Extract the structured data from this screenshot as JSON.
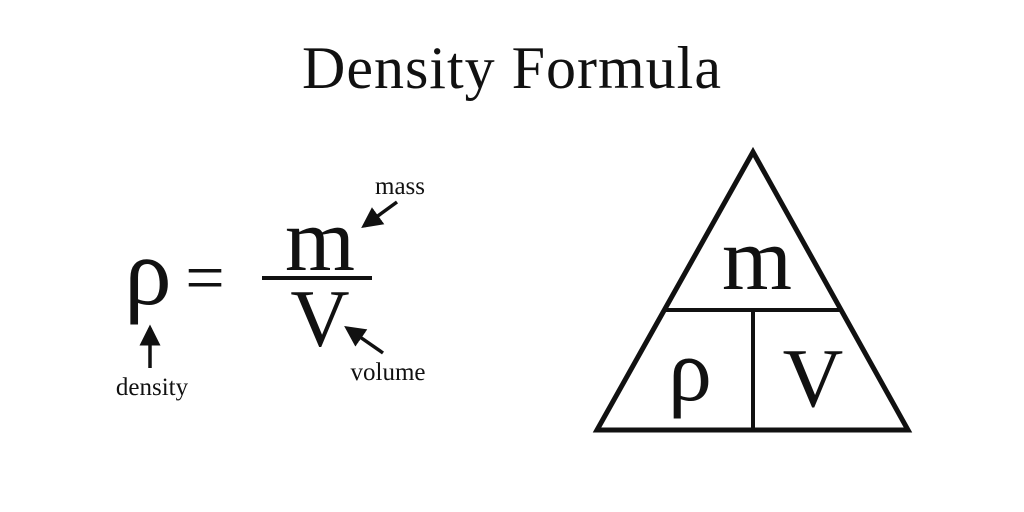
{
  "title": "Density Formula",
  "equation": {
    "density_symbol": "ρ",
    "equals": "=",
    "mass_symbol": "m",
    "volume_symbol": "V",
    "annotations": {
      "mass": "mass",
      "volume": "volume",
      "density": "density"
    }
  },
  "triangle": {
    "top_symbol": "m",
    "bottom_left_symbol": "ρ",
    "bottom_right_symbol": "V"
  },
  "colors": {
    "ink": "#111111",
    "background": "#ffffff"
  }
}
